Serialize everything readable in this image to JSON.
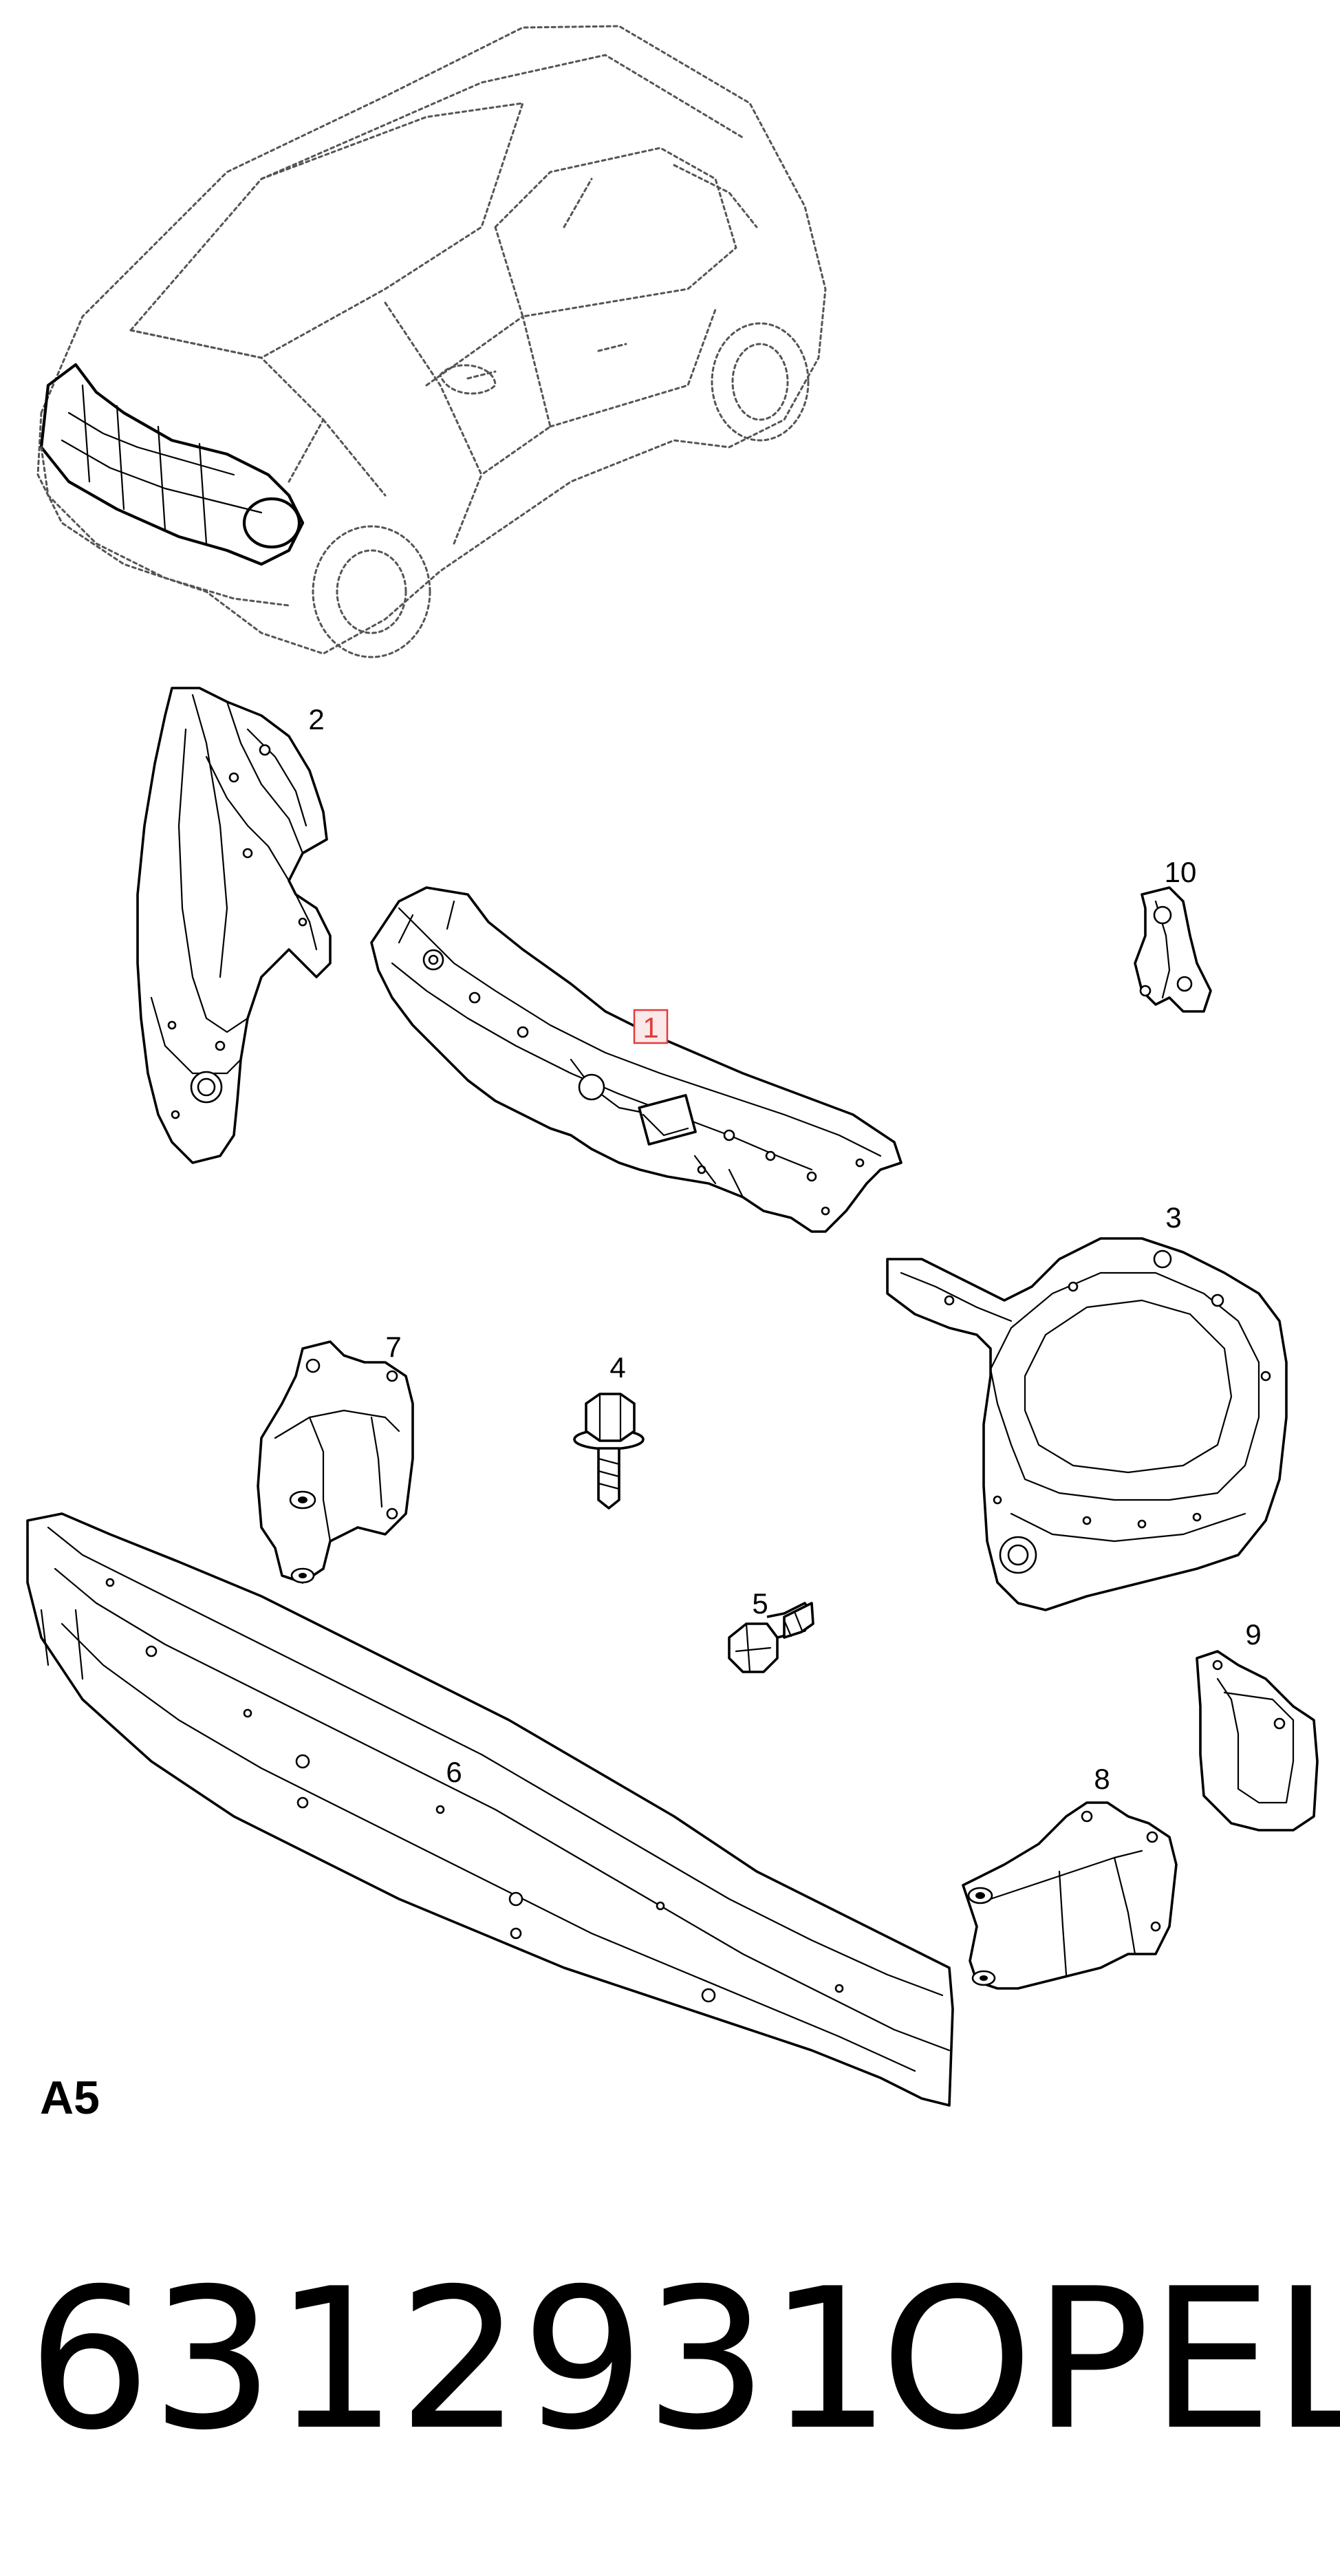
{
  "diagram": {
    "sheet_code": "A5",
    "callouts": [
      {
        "id": "1",
        "label": "1",
        "highlighted": true
      },
      {
        "id": "2",
        "label": "2"
      },
      {
        "id": "3",
        "label": "3"
      },
      {
        "id": "4",
        "label": "4"
      },
      {
        "id": "5",
        "label": "5"
      },
      {
        "id": "6",
        "label": "6"
      },
      {
        "id": "7",
        "label": "7"
      },
      {
        "id": "8",
        "label": "8"
      },
      {
        "id": "9",
        "label": "9"
      },
      {
        "id": "10",
        "label": "10"
      }
    ],
    "highlight_color": "#e23b3b"
  },
  "footer": {
    "part_number": "6312931",
    "brand": "OPEL"
  }
}
